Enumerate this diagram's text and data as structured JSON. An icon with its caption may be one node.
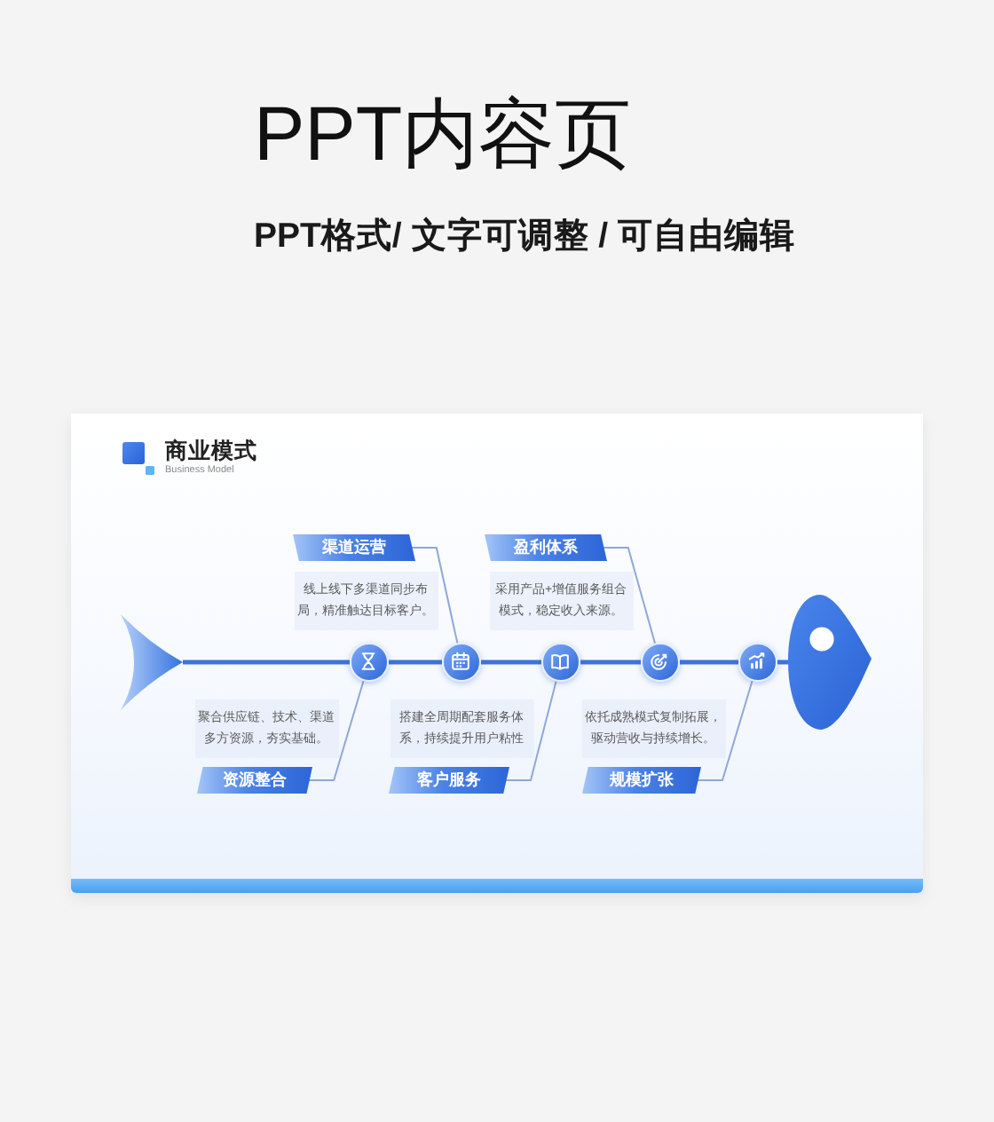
{
  "diagram": {
    "title": "PPT内容页",
    "nodes": [
      {
        "text": [
          "渠道运营"
        ],
        "beside": [
          "线上线下多渠道同步布局，精准触达目标客户。"
        ]
      },
      {
        "text": [
          "盈利体系"
        ],
        "beside": [
          "采用产品+增值服务组合模式，稳定收入来源。"
        ]
      },
      {
        "text": [],
        "shape": "picture"
      },
      {
        "text": [],
        "shape": "circle"
      },
      {
        "text": [],
        "shape": "circle"
      },
      {
        "text": [],
        "shape": "circle"
      },
      {
        "text": [],
        "shape": "circle"
      },
      {
        "text": [],
        "shape": "circle"
      },
      {
        "text": [],
        "shape": "picture"
      },
      {
        "text": [
          "资源整合"
        ],
        "beside": [
          "聚合供应链、技术、渠道多方资源，夯实基础。"
        ]
      },
      {
        "text": [
          "客户服务"
        ],
        "beside": [
          "搭建全周期配套服务体系，持续提升用户粘性"
        ]
      },
      {
        "text": [
          "规模扩张"
        ],
        "beside": [
          "依托成熟模式复制拓展，驱动营收与持续增长。"
        ]
      }
    ],
    "edges": [
      {
        "from": 2,
        "to": 3,
        "arrow": "none"
      },
      {
        "from": 3,
        "to": 4,
        "arrow": "none"
      },
      {
        "from": 4,
        "to": 5,
        "arrow": "none"
      },
      {
        "from": 5,
        "to": 6,
        "arrow": "none"
      },
      {
        "from": 6,
        "to": 7,
        "arrow": "none"
      },
      {
        "from": 7,
        "to": 8,
        "arrow": "none"
      },
      {
        "from": 0,
        "to": 4,
        "arrow": "none",
        "color": "#8ea8d8"
      },
      {
        "from": 1,
        "to": 6,
        "arrow": "none",
        "color": "#8ea8d8"
      },
      {
        "from": 9,
        "to": 3,
        "arrow": "none",
        "color": "#8ea8d8"
      },
      {
        "from": 10,
        "to": 5,
        "arrow": "none",
        "color": "#8ea8d8"
      },
      {
        "from": 11,
        "to": 7,
        "arrow": "none",
        "color": "#8ea8d8"
      }
    ],
    "labels": [
      "PPT格式/ 文字可调整 / 可自由编辑",
      "商业模式",
      "Business Model"
    ]
  }
}
